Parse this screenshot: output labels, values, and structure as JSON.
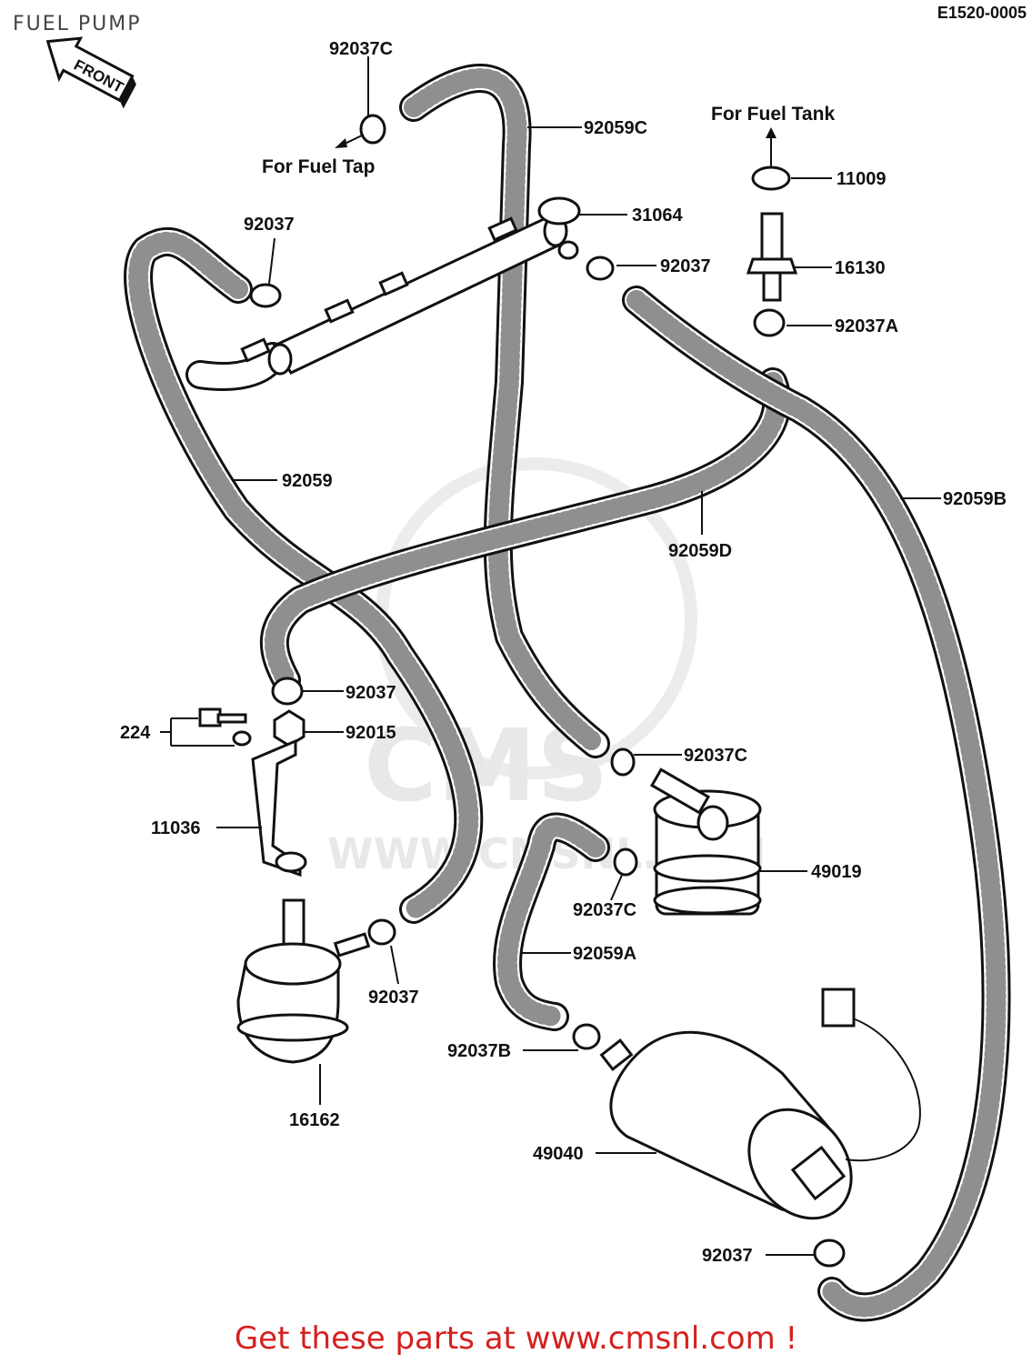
{
  "header": {
    "title": "FUEL PUMP",
    "code": "E1520-0005",
    "front_label": "FRONT"
  },
  "notes": {
    "fuel_tap": "For Fuel Tap",
    "fuel_tank": "For Fuel Tank"
  },
  "parts": [
    {
      "number": "92037C"
    },
    {
      "number": "92059C"
    },
    {
      "number": "11009"
    },
    {
      "number": "31064"
    },
    {
      "number": "92037"
    },
    {
      "number": "16130"
    },
    {
      "number": "92037"
    },
    {
      "number": "92037A"
    },
    {
      "number": "92059"
    },
    {
      "number": "92059B"
    },
    {
      "number": "92059D"
    },
    {
      "number": "92037"
    },
    {
      "number": "224"
    },
    {
      "number": "92015"
    },
    {
      "number": "92037C"
    },
    {
      "number": "11036"
    },
    {
      "number": "49019"
    },
    {
      "number": "92037C"
    },
    {
      "number": "92059A"
    },
    {
      "number": "92037"
    },
    {
      "number": "92037B"
    },
    {
      "number": "16162"
    },
    {
      "number": "49040"
    },
    {
      "number": "92037"
    }
  ],
  "watermark": {
    "brand": "CMS",
    "url": "WWW.CMSNL.COM"
  },
  "footer": {
    "text": "Get these parts at www.cmsnl.com !"
  }
}
